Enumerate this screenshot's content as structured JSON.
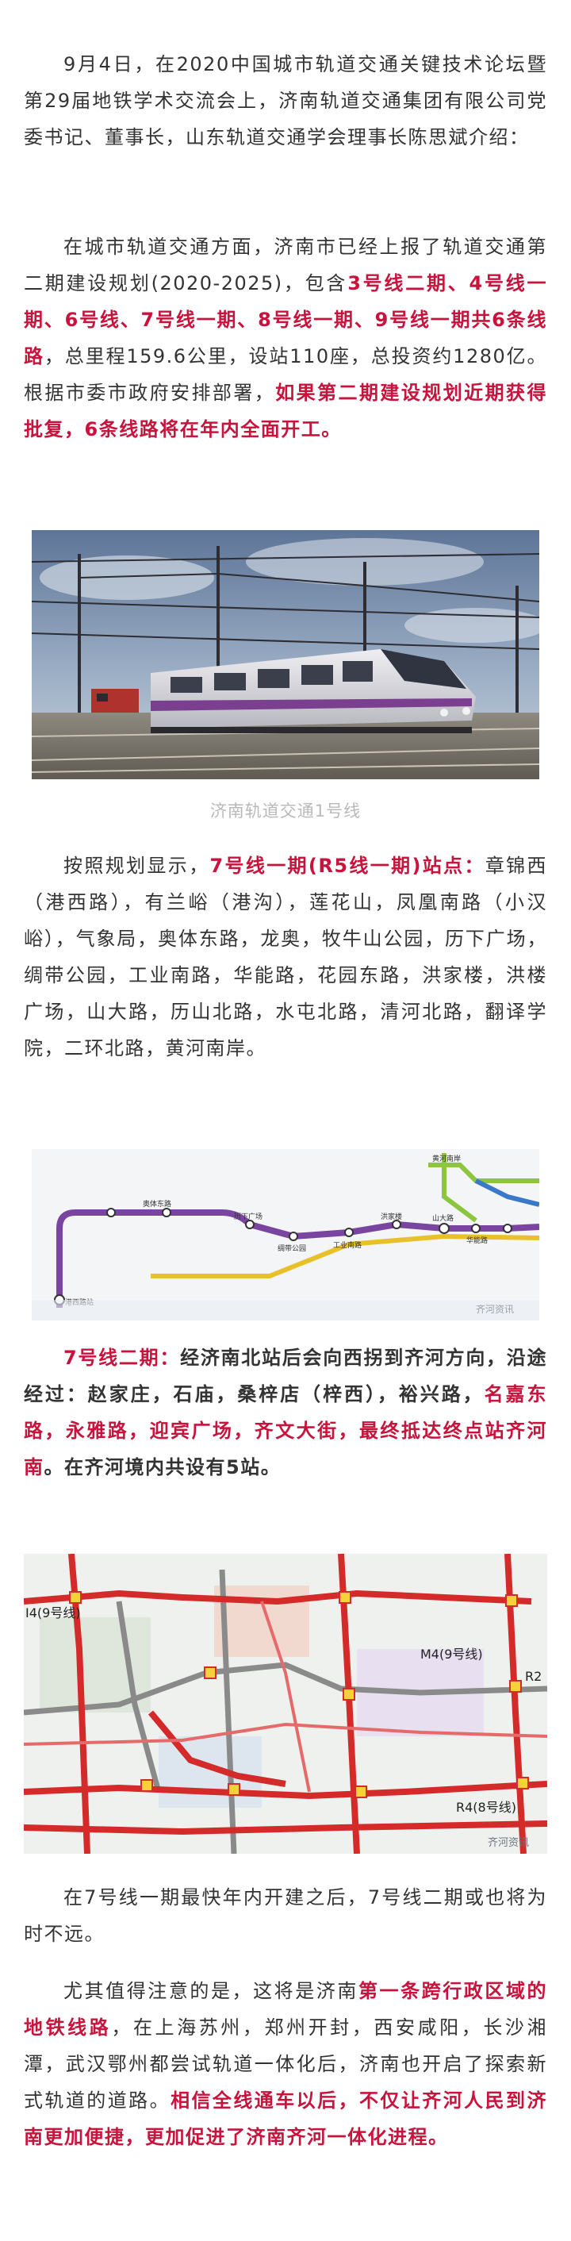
{
  "p1": {
    "text": "9月4日，在2020中国城市轨道交通关键技术论坛暨第29届地铁学术交流会上，济南轨道交通集团有限公司党委书记、董事长，山东轨道交通学会理事长陈思斌介绍："
  },
  "p2": {
    "a": "在城市轨道交通方面，济南市已经上报了轨道交通第二期建设规划(2020-2025)，包含",
    "b": "3号线二期、4号线一期、6号线、7号线一期、8号线一期、9号线一期共6条线路",
    "c": "，总里程159.6公里，设站110座，总投资约1280亿。根据市委市政府安排部署，",
    "d": "如果第二期建设规划近期获得批复，6条线路将在年内全面开工。"
  },
  "photo1": {
    "caption": "济南轨道交通1号线",
    "colors": {
      "sky": "#6f86a8",
      "train_body": "#d9d9de",
      "train_stripe": "#7b3f8f"
    }
  },
  "p3": {
    "a": "按照规划显示，",
    "b": "7号线一期(R5线一期)站点：",
    "c": "章锦西（港西路），有兰峪（港沟），莲花山，凤凰南路（小汉峪），气象局，奥体东路，龙奥，牧牛山公园，历下广场，绸带公园，工业南路，华能路，花园东路，洪家楼，洪楼广场，山大路，历山北路，水屯北路，清河北路，翻译学院，二环北路，黄河南岸。"
  },
  "map1": {
    "labels": [
      "港西路站",
      "奥体东路",
      "历下广场",
      "绸带公园",
      "工业南路",
      "洪家楼",
      "山大路",
      "华能路",
      "黄河南岸"
    ],
    "watermark": "齐河资讯",
    "colors": {
      "line7": "#7a45a0",
      "line_yellow": "#e8c02a",
      "line_green": "#8cc63f",
      "line_blue": "#3a78c8"
    }
  },
  "p4": {
    "a": "7号线二期：",
    "b": "经济南北站后会向西拐到齐河方向，沿途经过：赵家庄，石庙，桑梓店（梓西），裕兴路，",
    "c": "名嘉东路，永雅路，迎宾广场，齐文大街，最终抵达终点站齐河南",
    "d": "。在齐河境内共设有5站。"
  },
  "map2": {
    "line_labels": [
      "M4(9号线)",
      "R2",
      "R4(8号线)",
      "I4(9号线)"
    ],
    "watermark": "齐河资讯",
    "colors": {
      "rail": "#d42a2a",
      "rail_light": "#e56b6b",
      "metro_grey": "#8a8a8a",
      "station": "#f5d23a"
    }
  },
  "p5": {
    "text": "在7号线一期最快年内开建之后，7号线二期或也将为时不远。"
  },
  "p6": {
    "a": "尤其值得注意的是，这将是济南",
    "b": "第一条跨行政区域的地铁线路",
    "c": "，在上海苏州，郑州开封，西安咸阳，长沙湘潭，武汉鄂州都尝试轨道一体化后，济南也开启了探索新式轨道的道路。",
    "d": "相信全线通车以后，不仅让齐河人民到济南更加便捷，更加促进了济南齐河一体化进程。"
  }
}
